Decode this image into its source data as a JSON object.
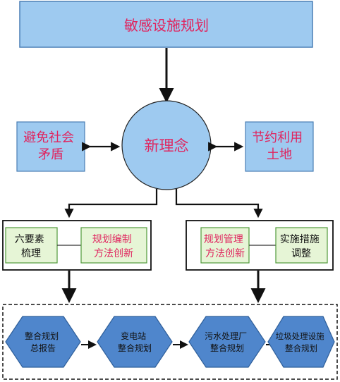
{
  "title": "敏感设施规划",
  "center": "新理念",
  "left_box": [
    "避免社会",
    "矛盾"
  ],
  "right_box": [
    "节约利用",
    "土地"
  ],
  "group_left": {
    "a": [
      "六要素",
      "梳理"
    ],
    "b": [
      "规划编制",
      "方法创新"
    ]
  },
  "group_right": {
    "a": [
      "规划管理",
      "方法创新"
    ],
    "b": [
      "实施措施",
      "调整"
    ]
  },
  "hexagons": [
    [
      "整合规划",
      "总报告"
    ],
    [
      "变电站",
      "整合规划"
    ],
    [
      "污水处理厂",
      "整合规划"
    ],
    [
      "垃圾处理设施",
      "整合规划"
    ]
  ],
  "colors": {
    "blue_fill": "#9ecaf0",
    "blue_stroke": "#4a7fb5",
    "red_text": "#e0245e",
    "green_fill": "#e6f5d6",
    "green_stroke": "#4f9a3a",
    "hex_fill": "#4f86cc",
    "hex_stroke": "#2f5f9a"
  }
}
